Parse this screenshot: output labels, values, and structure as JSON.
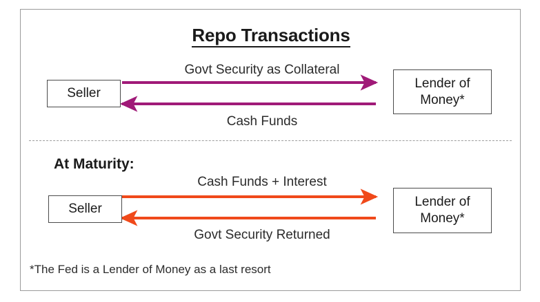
{
  "slide": {
    "title": "Repo Transactions",
    "maturity_heading": "At Maturity:",
    "footnote": "*The Fed is a Lender of Money  as a last resort"
  },
  "colors": {
    "purple_arrow": "#A01A78",
    "orange_arrow": "#F0491A",
    "box_border": "#4a4a4a",
    "frame_border": "#9a9a9a",
    "divider": "#9d9d9d",
    "text": "#1a1a1a"
  },
  "sections": {
    "initial": {
      "left_entity": "Seller",
      "right_entity": "Lender of\nMoney*",
      "right_entity_line1": "Lender of",
      "right_entity_line2": "Money*",
      "flows": [
        {
          "label": "Govt Security as Collateral",
          "direction": "right",
          "color": "#A01A78"
        },
        {
          "label": "Cash Funds",
          "direction": "left",
          "color": "#A01A78"
        }
      ]
    },
    "maturity": {
      "left_entity": "Seller",
      "right_entity_line1": "Lender of",
      "right_entity_line2": "Money*",
      "flows": [
        {
          "label": "Cash Funds + Interest",
          "direction": "right",
          "color": "#F0491A"
        },
        {
          "label": "Govt Security Returned",
          "direction": "left",
          "color": "#F0491A"
        }
      ]
    }
  }
}
